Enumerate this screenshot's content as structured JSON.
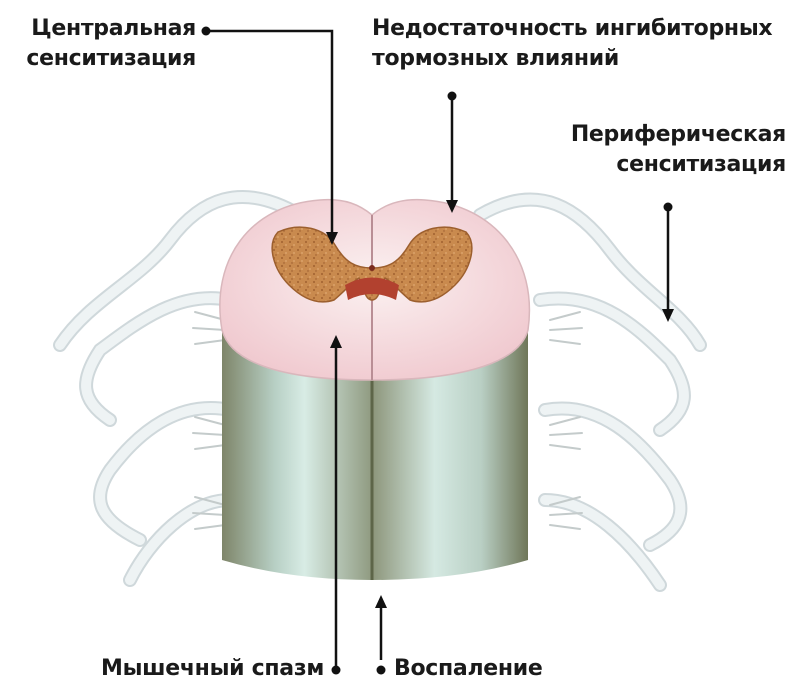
{
  "labels": {
    "central_sensitization": {
      "line1": "Центральная",
      "line2": "сенситизация"
    },
    "inhibitory_deficit": {
      "line1": "Недостаточность ингибиторных",
      "line2": "тормозных влияний"
    },
    "peripheral_sensitization": {
      "line1": "Периферическая",
      "line2": "сенситизация"
    },
    "muscle_spasm": "Мышечный спазм",
    "inflammation": "Воспаление"
  },
  "colors": {
    "text": "#1a1a1a",
    "leader_line": "#111111",
    "gray_matter": "#c98a4e",
    "white_matter": "#f3dede",
    "cord_side": "#7f8a6c",
    "cord_front": "#cde3dc",
    "nerve_roots": "#e9eef0"
  }
}
